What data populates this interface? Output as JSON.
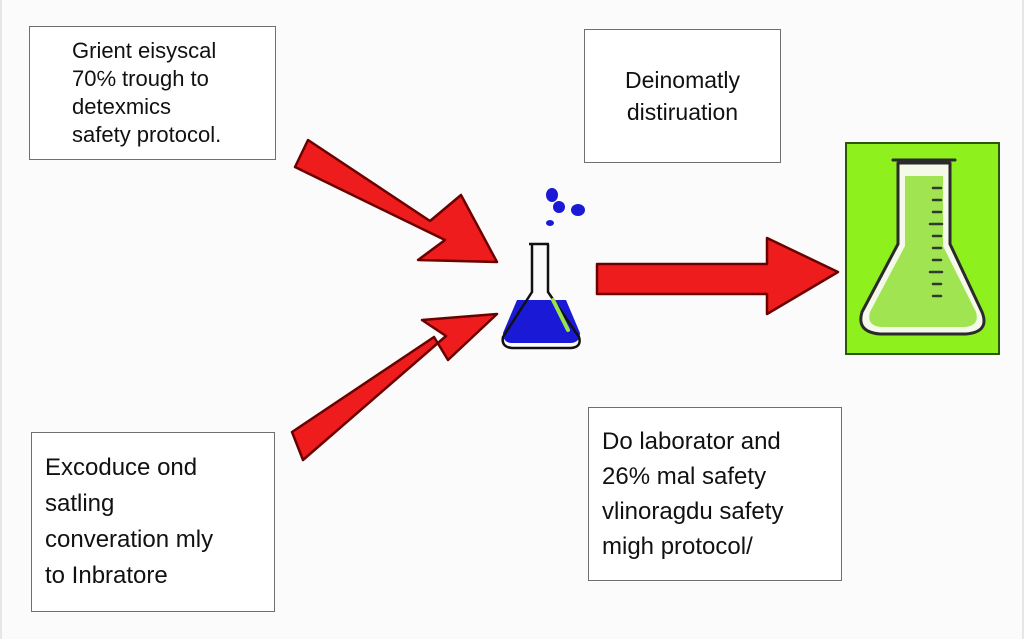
{
  "boxes": {
    "top_left": {
      "lines": [
        "Grient eisyscal",
        "70℅ trough to",
        "detexmics",
        "safety protocol."
      ]
    },
    "top_middle": {
      "lines": [
        "Deinomatly",
        "distiruation"
      ]
    },
    "bottom_left": {
      "lines": [
        "Excoduce ond",
        "satling",
        "converation mly",
        "to Inbratore"
      ]
    },
    "bottom_right": {
      "lines": [
        "Do laborator and",
        "26% mal safety",
        "vlinoragdu safety",
        "migh protocol/"
      ]
    }
  },
  "colors": {
    "arrow": "#ee1c1c",
    "arrow_outline": "#6b0000",
    "flask_liquid_small": "#1a1ad6",
    "flask_liquid_large": "#9be34a",
    "panel_green": "#8ef01c",
    "box_border": "#6f6f6f"
  },
  "icons": {
    "small_flask": "flask-icon",
    "large_flask": "flask-icon",
    "bubbles": "bubbles-icon"
  }
}
